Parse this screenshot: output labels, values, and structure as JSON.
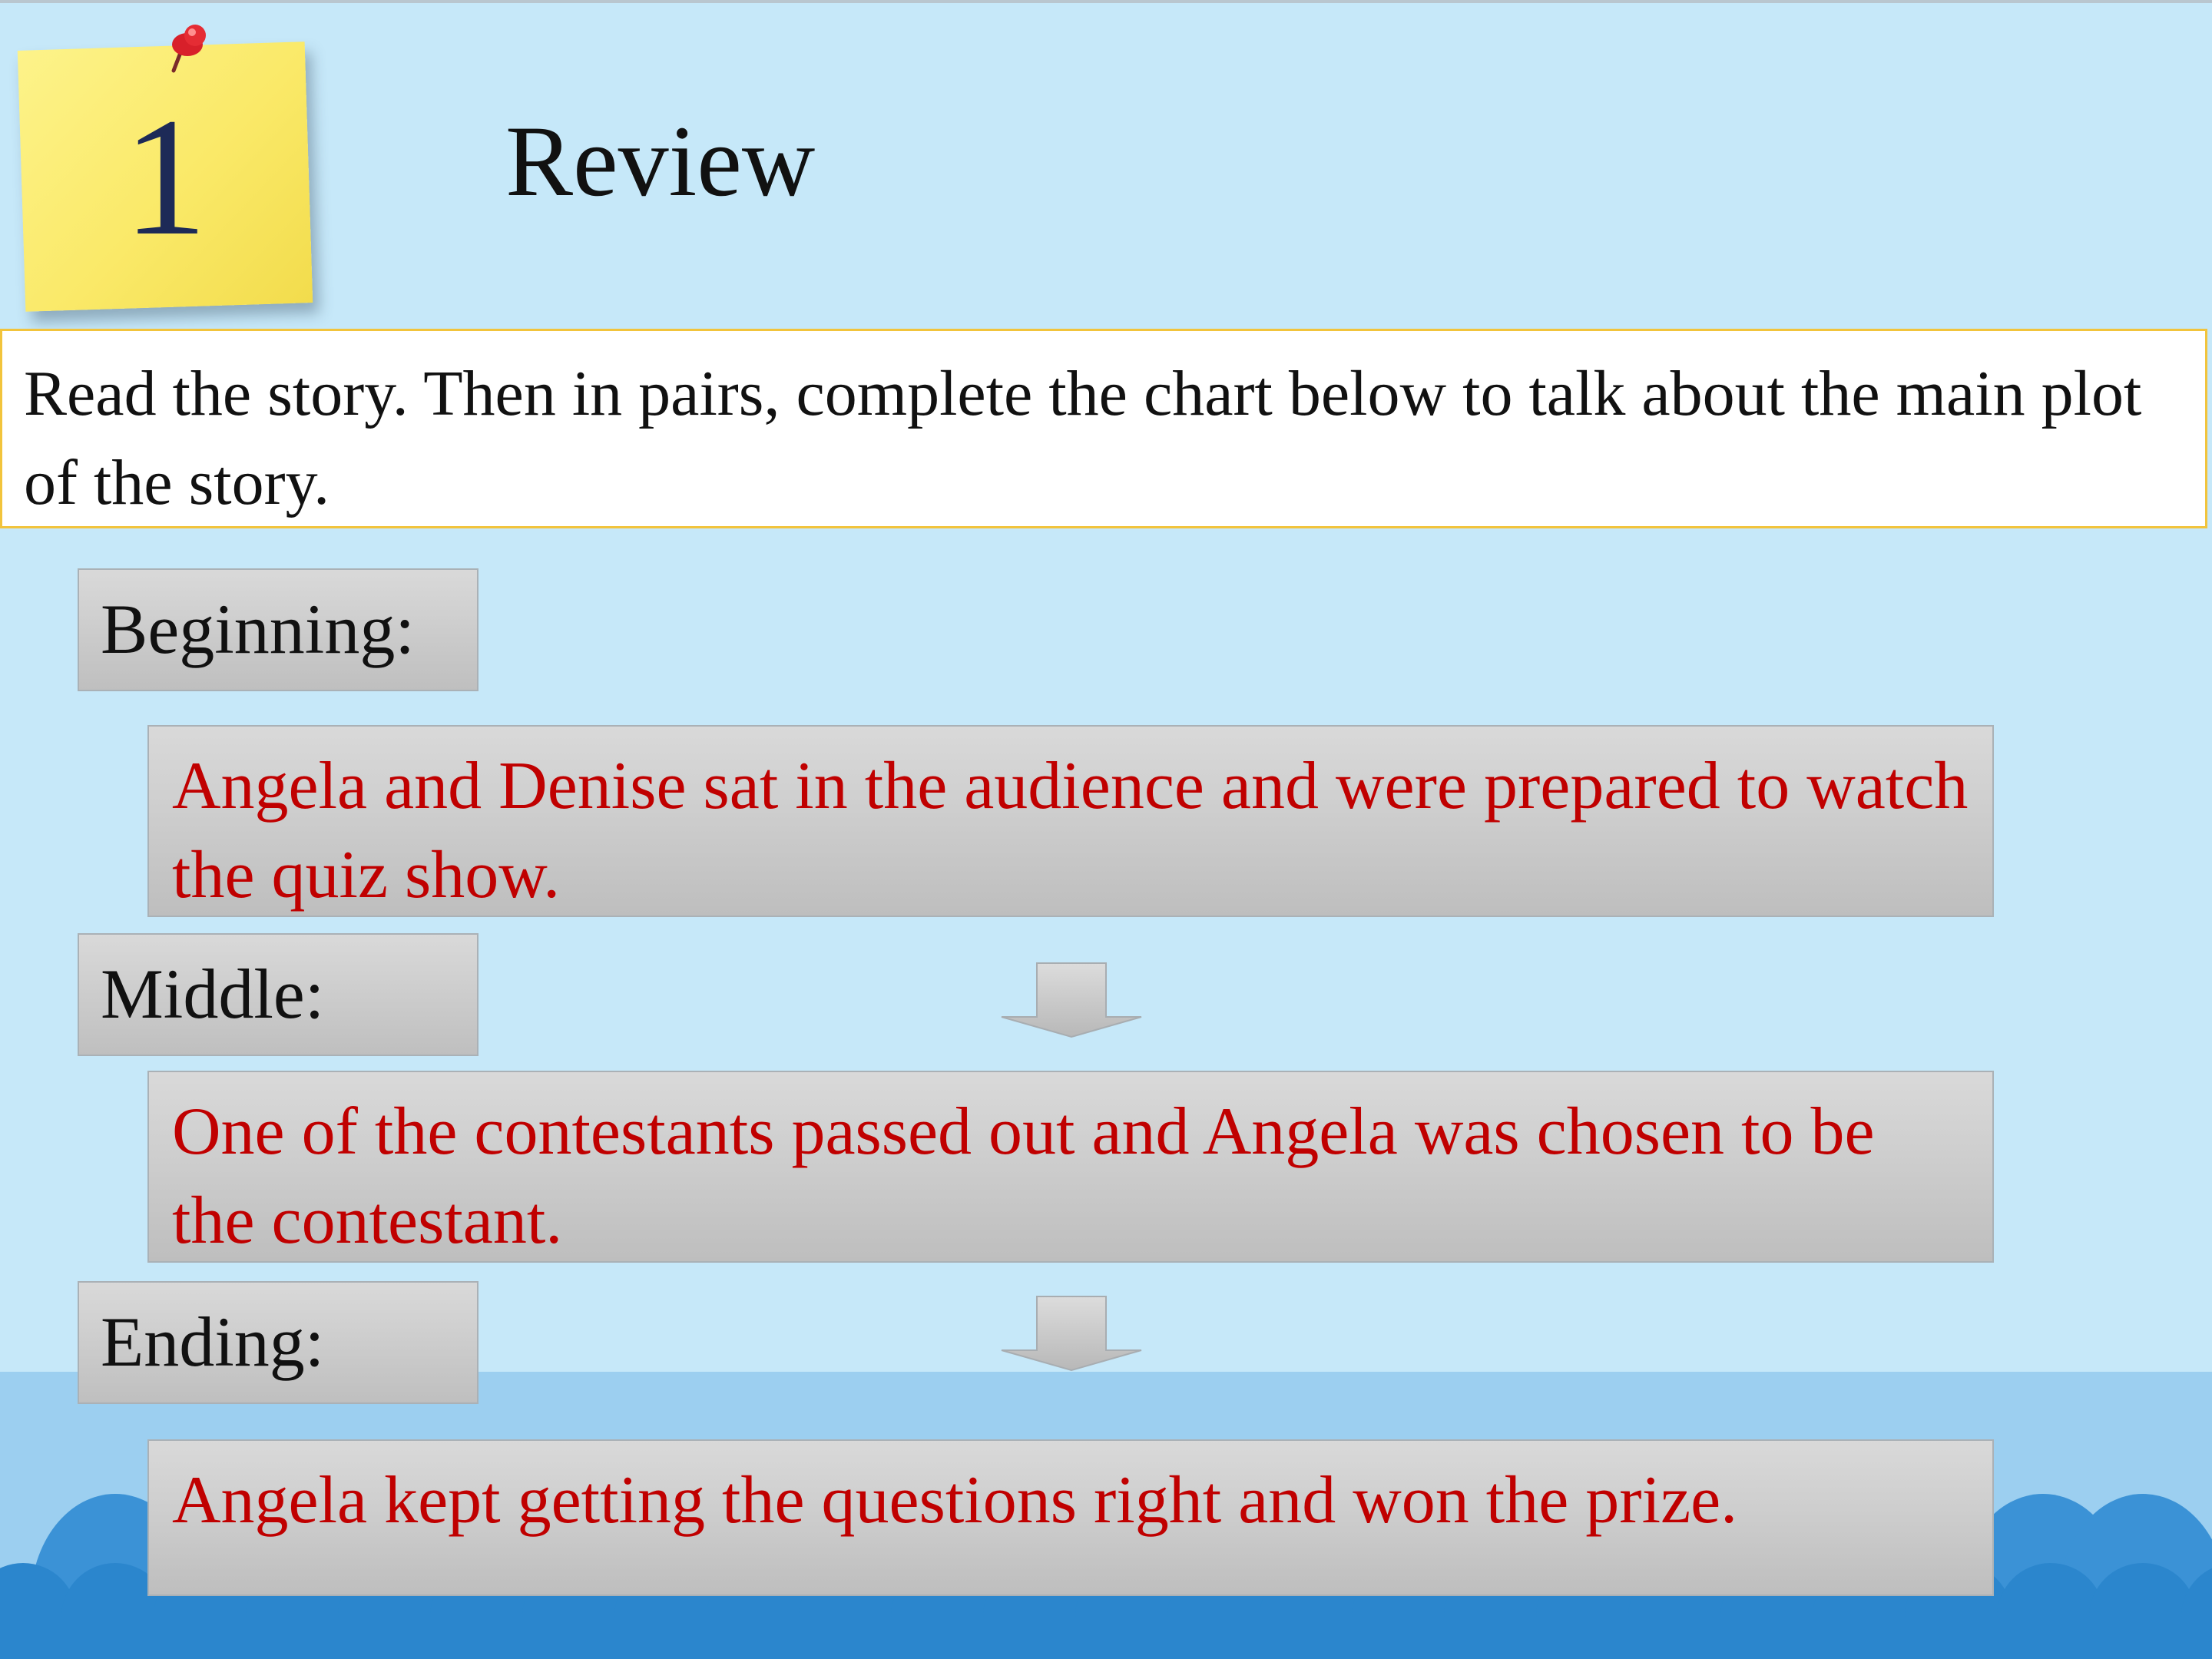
{
  "header": {
    "number": "1",
    "title": "Review"
  },
  "instruction": "Read the story. Then in pairs, complete the chart below to talk about the main plot of the story.",
  "plot_chart": {
    "sections": [
      {
        "label": "Beginning:",
        "text": "Angela and Denise sat in the audience and were prepared to watch the quiz show."
      },
      {
        "label": "Middle:",
        "text": "One of the contestants passed out and Angela was chosen to be the contestant."
      },
      {
        "label": "Ending:",
        "text": "Angela kept getting the questions right and won the prize."
      }
    ]
  },
  "colors": {
    "background": "#c6e8f9",
    "answer_text": "#c00000",
    "sticky_note": "#fae968",
    "instruction_border": "#f2c43c",
    "wave_dark": "#2b86cd",
    "wave_light": "#5aaae4"
  },
  "icons": [
    "push-pin-icon",
    "down-arrow-icon"
  ]
}
